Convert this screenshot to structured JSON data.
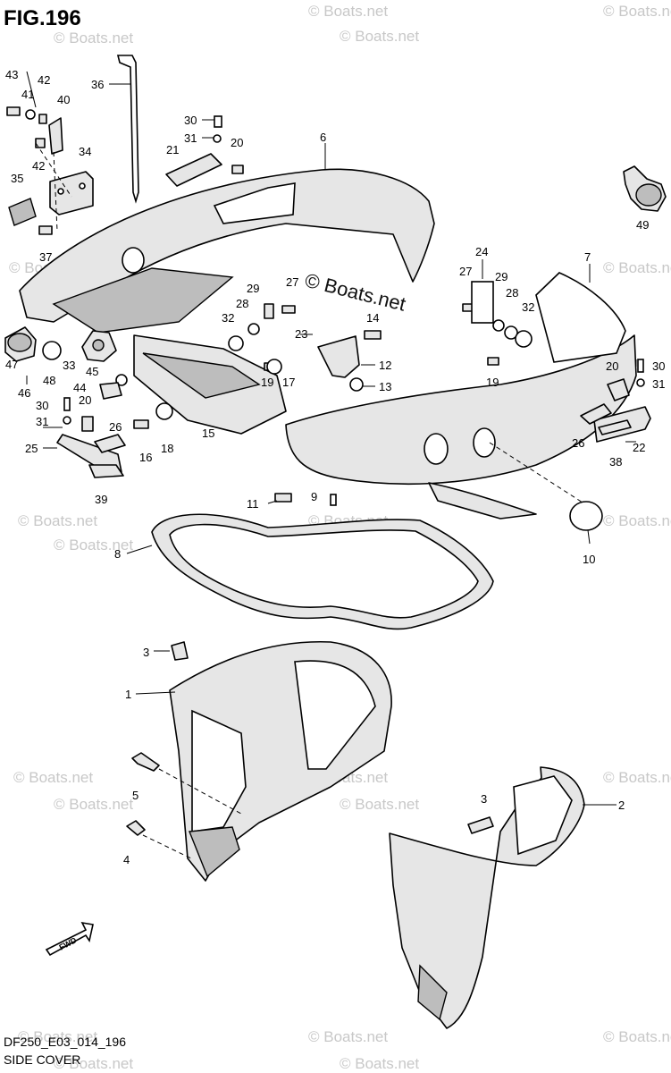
{
  "figure": {
    "title": "FIG.196",
    "model_code": "DF250_E03_014_196",
    "caption": "SIDE COVER",
    "fwd_label": "FWD"
  },
  "watermark": {
    "text": "© Boats.net",
    "center_text": "© Boats.net"
  },
  "callouts": [
    {
      "id": "c43",
      "text": "43"
    },
    {
      "id": "c41",
      "text": "41"
    },
    {
      "id": "c42a",
      "text": "42"
    },
    {
      "id": "c40",
      "text": "40"
    },
    {
      "id": "c42b",
      "text": "42"
    },
    {
      "id": "c34",
      "text": "34"
    },
    {
      "id": "c35",
      "text": "35"
    },
    {
      "id": "c37",
      "text": "37"
    },
    {
      "id": "c36",
      "text": "36"
    },
    {
      "id": "c30a",
      "text": "30"
    },
    {
      "id": "c31a",
      "text": "31"
    },
    {
      "id": "c21",
      "text": "21"
    },
    {
      "id": "c20a",
      "text": "20"
    },
    {
      "id": "c6",
      "text": "6"
    },
    {
      "id": "c49",
      "text": "49"
    },
    {
      "id": "c24",
      "text": "24"
    },
    {
      "id": "c7",
      "text": "7"
    },
    {
      "id": "c27a",
      "text": "27"
    },
    {
      "id": "c29a",
      "text": "29"
    },
    {
      "id": "c28a",
      "text": "28"
    },
    {
      "id": "c32a",
      "text": "32"
    },
    {
      "id": "c29b",
      "text": "29"
    },
    {
      "id": "c27b",
      "text": "27"
    },
    {
      "id": "c28b",
      "text": "28"
    },
    {
      "id": "c32b",
      "text": "32"
    },
    {
      "id": "c14",
      "text": "14"
    },
    {
      "id": "c23",
      "text": "23"
    },
    {
      "id": "c12",
      "text": "12"
    },
    {
      "id": "c13",
      "text": "13"
    },
    {
      "id": "c19a",
      "text": "19"
    },
    {
      "id": "c17",
      "text": "17"
    },
    {
      "id": "c19b",
      "text": "19"
    },
    {
      "id": "c20b",
      "text": "20"
    },
    {
      "id": "c30b",
      "text": "30"
    },
    {
      "id": "c31b",
      "text": "31"
    },
    {
      "id": "c47",
      "text": "47"
    },
    {
      "id": "c33",
      "text": "33"
    },
    {
      "id": "c48",
      "text": "48"
    },
    {
      "id": "c45",
      "text": "45"
    },
    {
      "id": "c46",
      "text": "46"
    },
    {
      "id": "c44",
      "text": "44"
    },
    {
      "id": "c30c",
      "text": "30"
    },
    {
      "id": "c20c",
      "text": "20"
    },
    {
      "id": "c31c",
      "text": "31"
    },
    {
      "id": "c26a",
      "text": "26"
    },
    {
      "id": "c25",
      "text": "25"
    },
    {
      "id": "c16",
      "text": "16"
    },
    {
      "id": "c18",
      "text": "18"
    },
    {
      "id": "c15",
      "text": "15"
    },
    {
      "id": "c39",
      "text": "39"
    },
    {
      "id": "c26b",
      "text": "26"
    },
    {
      "id": "c38",
      "text": "38"
    },
    {
      "id": "c22",
      "text": "22"
    },
    {
      "id": "c11",
      "text": "11"
    },
    {
      "id": "c9",
      "text": "9"
    },
    {
      "id": "c8",
      "text": "8"
    },
    {
      "id": "c10",
      "text": "10"
    },
    {
      "id": "c3a",
      "text": "3"
    },
    {
      "id": "c1",
      "text": "1"
    },
    {
      "id": "c5",
      "text": "5"
    },
    {
      "id": "c4",
      "text": "4"
    },
    {
      "id": "c3b",
      "text": "3"
    },
    {
      "id": "c2",
      "text": "2"
    }
  ]
}
